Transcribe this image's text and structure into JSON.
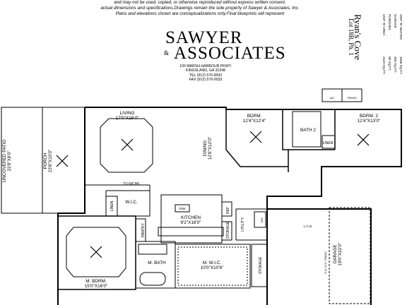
{
  "notice": {
    "line1": "and may not be used, copied, or otherwise reproduced without express written consent.",
    "line2": "actual dimensions and specifications.Drawings remain the sole property of Sawyer & Associates, Inc.",
    "line3": "Plans and elevations shown are conceptualizations only.Final blueprints will represent"
  },
  "company": {
    "logo_line1": "SAWYER",
    "logo_amp": "&",
    "logo_line2": "ASSOCIATES",
    "address": "100 MARSH HARBOUR PKWY.",
    "city": "KINGSLAND, GA 31548",
    "tel": "TEL (912) 576-9003",
    "fax": "FAX (912) 576-9033"
  },
  "title_block": {
    "plan_name": "Ryan's Cove",
    "lot": "Lot 18B, Ph. 1",
    "unit_label": "UNIT 'B' HEATED",
    "unit_value": "1596 SQ.FT.",
    "garage_label": "GARAGE",
    "garage_value": "455 SQ.FT.",
    "porches_label": "PORCHES",
    "porches_value": "68 SQ.FT.",
    "total_label": "UNIT 'B' AREA",
    "total_value": "2119 SQ.FT."
  },
  "rooms": {
    "living": "LIVING",
    "living_dim": "17'0\"X16'4\"",
    "dining": "DINING",
    "dining_dim": "12'8\"X12'0\"",
    "bdrm3": "BDRM.",
    "bdrm3_dim": "12'4\"X12'4\"",
    "bdrm2": "BDRM. 2",
    "bdrm2_dim": "12'4\"X13'0\"",
    "bath2": "BATH 2",
    "linen": "LINEN",
    "tv_niche": "TV NICHE",
    "wic1": "W.I.C.",
    "linen2": "LINEN",
    "kitchen": "KITCHEN",
    "kitchen_dim": "9'2\"X18'0\"",
    "dw": "D/W",
    "ref": "REF",
    "utility": "UTILITY",
    "pantry": "PANTRY",
    "storage1": "STORAGE",
    "mbdrm": "M. BDRM.",
    "mbdrm_dim": "15'0\"X16'0\"",
    "mbath": "M. BATH",
    "mwic": "M. W.I.C.",
    "mwic_dim": "10'0\"X10'6\"",
    "storage2": "STORAGE",
    "garage": "GARAGE",
    "garage_dim": "19'0\"X22'0\"",
    "patio": "UNCOVERED PATIO",
    "patio_dim": "23'8\"X8'0\"",
    "porch": "PORCH",
    "porch_dim": "23'8\"X10'0\"",
    "ac": "A/C",
    "trash": "TRASH",
    "wh": "W/H",
    "lcd": "L.C.D.",
    "ga_note": "G.A. O.H. TRACK"
  }
}
